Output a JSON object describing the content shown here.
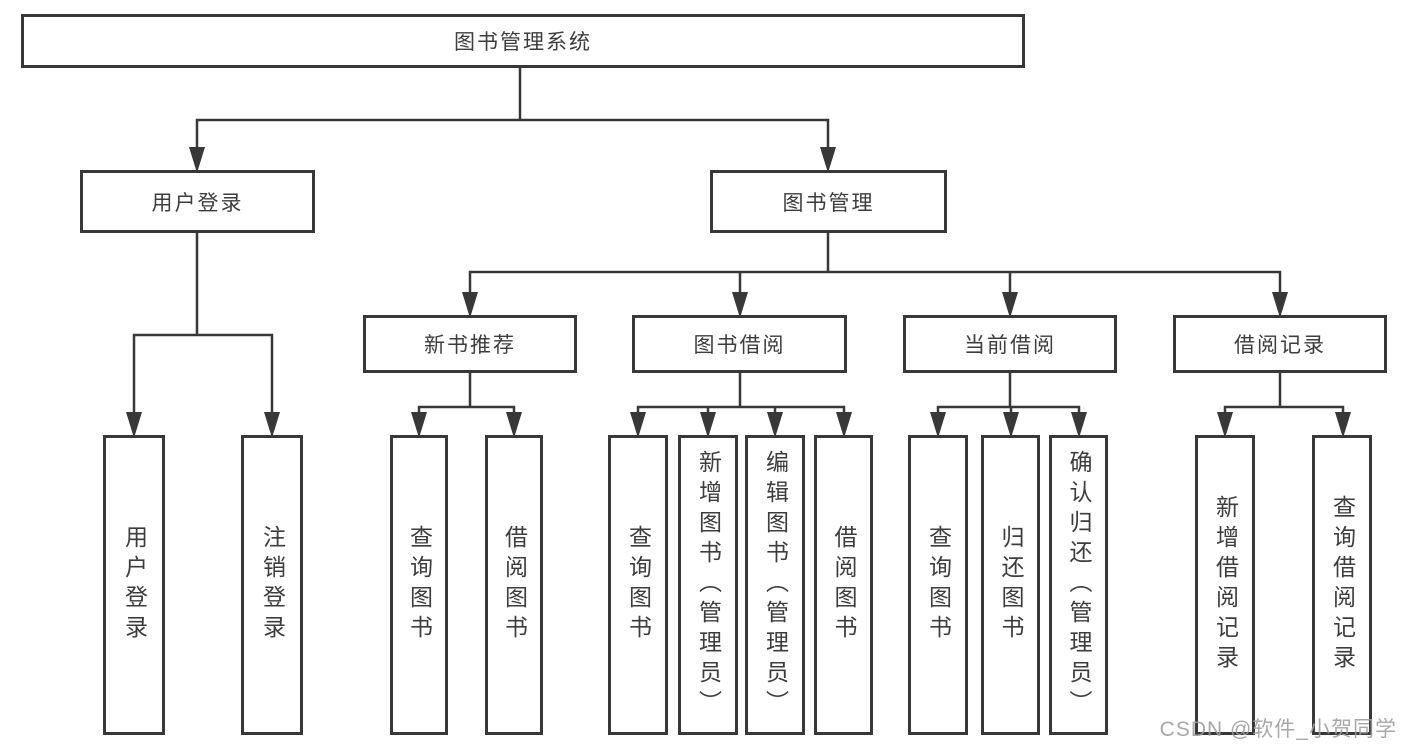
{
  "tree": {
    "label": "图书管理系统",
    "children": [
      {
        "label": "用户登录",
        "children": [
          {
            "label": "用户登录"
          },
          {
            "label": "注销登录"
          }
        ]
      },
      {
        "label": "图书管理",
        "children": [
          {
            "label": "新书推荐",
            "children": [
              {
                "label": "查询图书"
              },
              {
                "label": "借阅图书"
              }
            ]
          },
          {
            "label": "图书借阅",
            "children": [
              {
                "label": "查询图书"
              },
              {
                "label": "新增图书（管理员）"
              },
              {
                "label": "编辑图书（管理员）"
              },
              {
                "label": "借阅图书"
              }
            ]
          },
          {
            "label": "当前借阅",
            "children": [
              {
                "label": "查询图书"
              },
              {
                "label": "归还图书"
              },
              {
                "label": "确认归还（管理员）"
              }
            ]
          },
          {
            "label": "借阅记录",
            "children": [
              {
                "label": "新增借阅记录"
              },
              {
                "label": "查询借阅记录"
              }
            ]
          }
        ]
      }
    ]
  },
  "watermark": "CSDN @软件_小贺同学",
  "colors": {
    "line": "#383838",
    "text": "#3d3d3d",
    "background": "#ffffff",
    "watermark": "#9e9e9e"
  }
}
